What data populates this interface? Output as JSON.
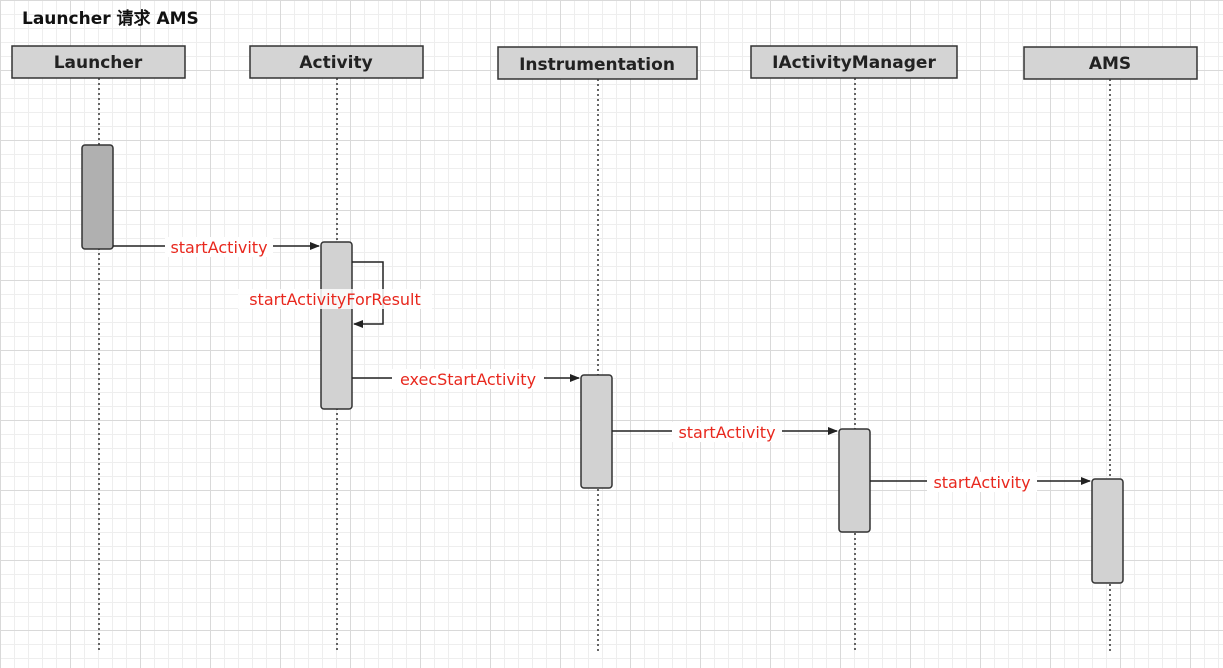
{
  "title": "Launcher 请求 AMS",
  "participants": [
    {
      "id": "launcher",
      "label": "Launcher"
    },
    {
      "id": "activity",
      "label": "Activity"
    },
    {
      "id": "instrumentation",
      "label": "Instrumentation"
    },
    {
      "id": "iactivitymanager",
      "label": "IActivityManager"
    },
    {
      "id": "ams",
      "label": "AMS"
    }
  ],
  "messages": [
    {
      "from": "launcher",
      "to": "activity",
      "label": "startActivity"
    },
    {
      "from": "activity",
      "to": "activity",
      "label": "startActivityForResult"
    },
    {
      "from": "activity",
      "to": "instrumentation",
      "label": "execStartActivity"
    },
    {
      "from": "instrumentation",
      "to": "iactivitymanager",
      "label": "startActivity"
    },
    {
      "from": "iactivitymanager",
      "to": "ams",
      "label": "startActivity"
    }
  ],
  "colors": {
    "header_fill": "#d4d4d4",
    "activation_fill_launcher": "#b0b0b0",
    "activation_fill": "#d2d2d2",
    "message_text": "#e8281e",
    "line": "#222222"
  }
}
